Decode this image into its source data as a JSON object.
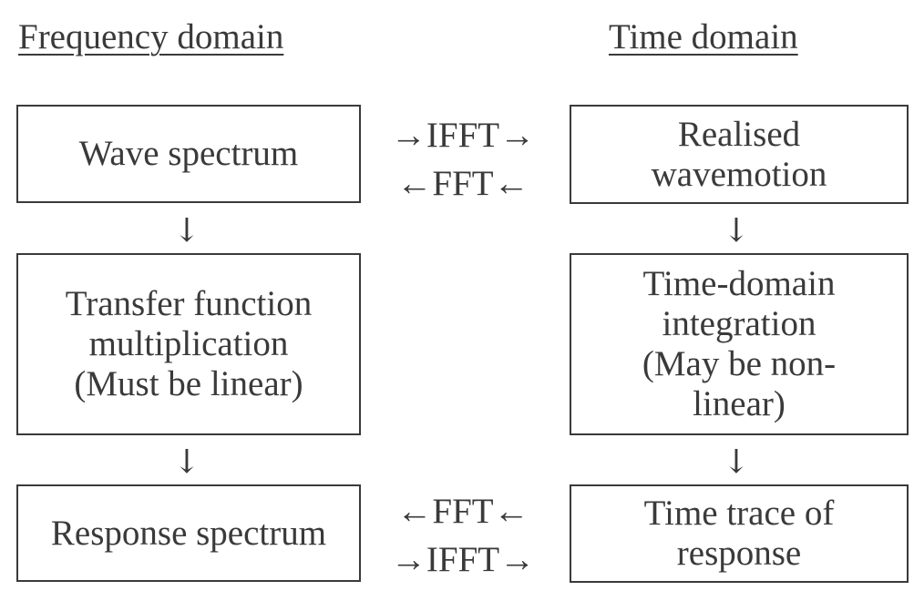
{
  "headings": {
    "left": "Frequency domain",
    "right": "Time domain"
  },
  "boxes": {
    "wave_spectrum": [
      "Wave spectrum"
    ],
    "transfer_function": [
      "Transfer function",
      "multiplication",
      "(Must be linear)"
    ],
    "response_spectrum": [
      "Response spectrum"
    ],
    "realised_wavemotion": [
      "Realised",
      "wavemotion"
    ],
    "time_domain_integration": [
      "Time-domain",
      "integration",
      "(May be non-",
      "linear)"
    ],
    "time_trace": [
      "Time trace of",
      "response"
    ]
  },
  "links": {
    "top_ifft": "→IFFT→",
    "top_fft": "←FFT←",
    "bottom_fft": "←FFT←",
    "bottom_ifft": "→IFFT→"
  },
  "arrows": {
    "down": "↓"
  }
}
